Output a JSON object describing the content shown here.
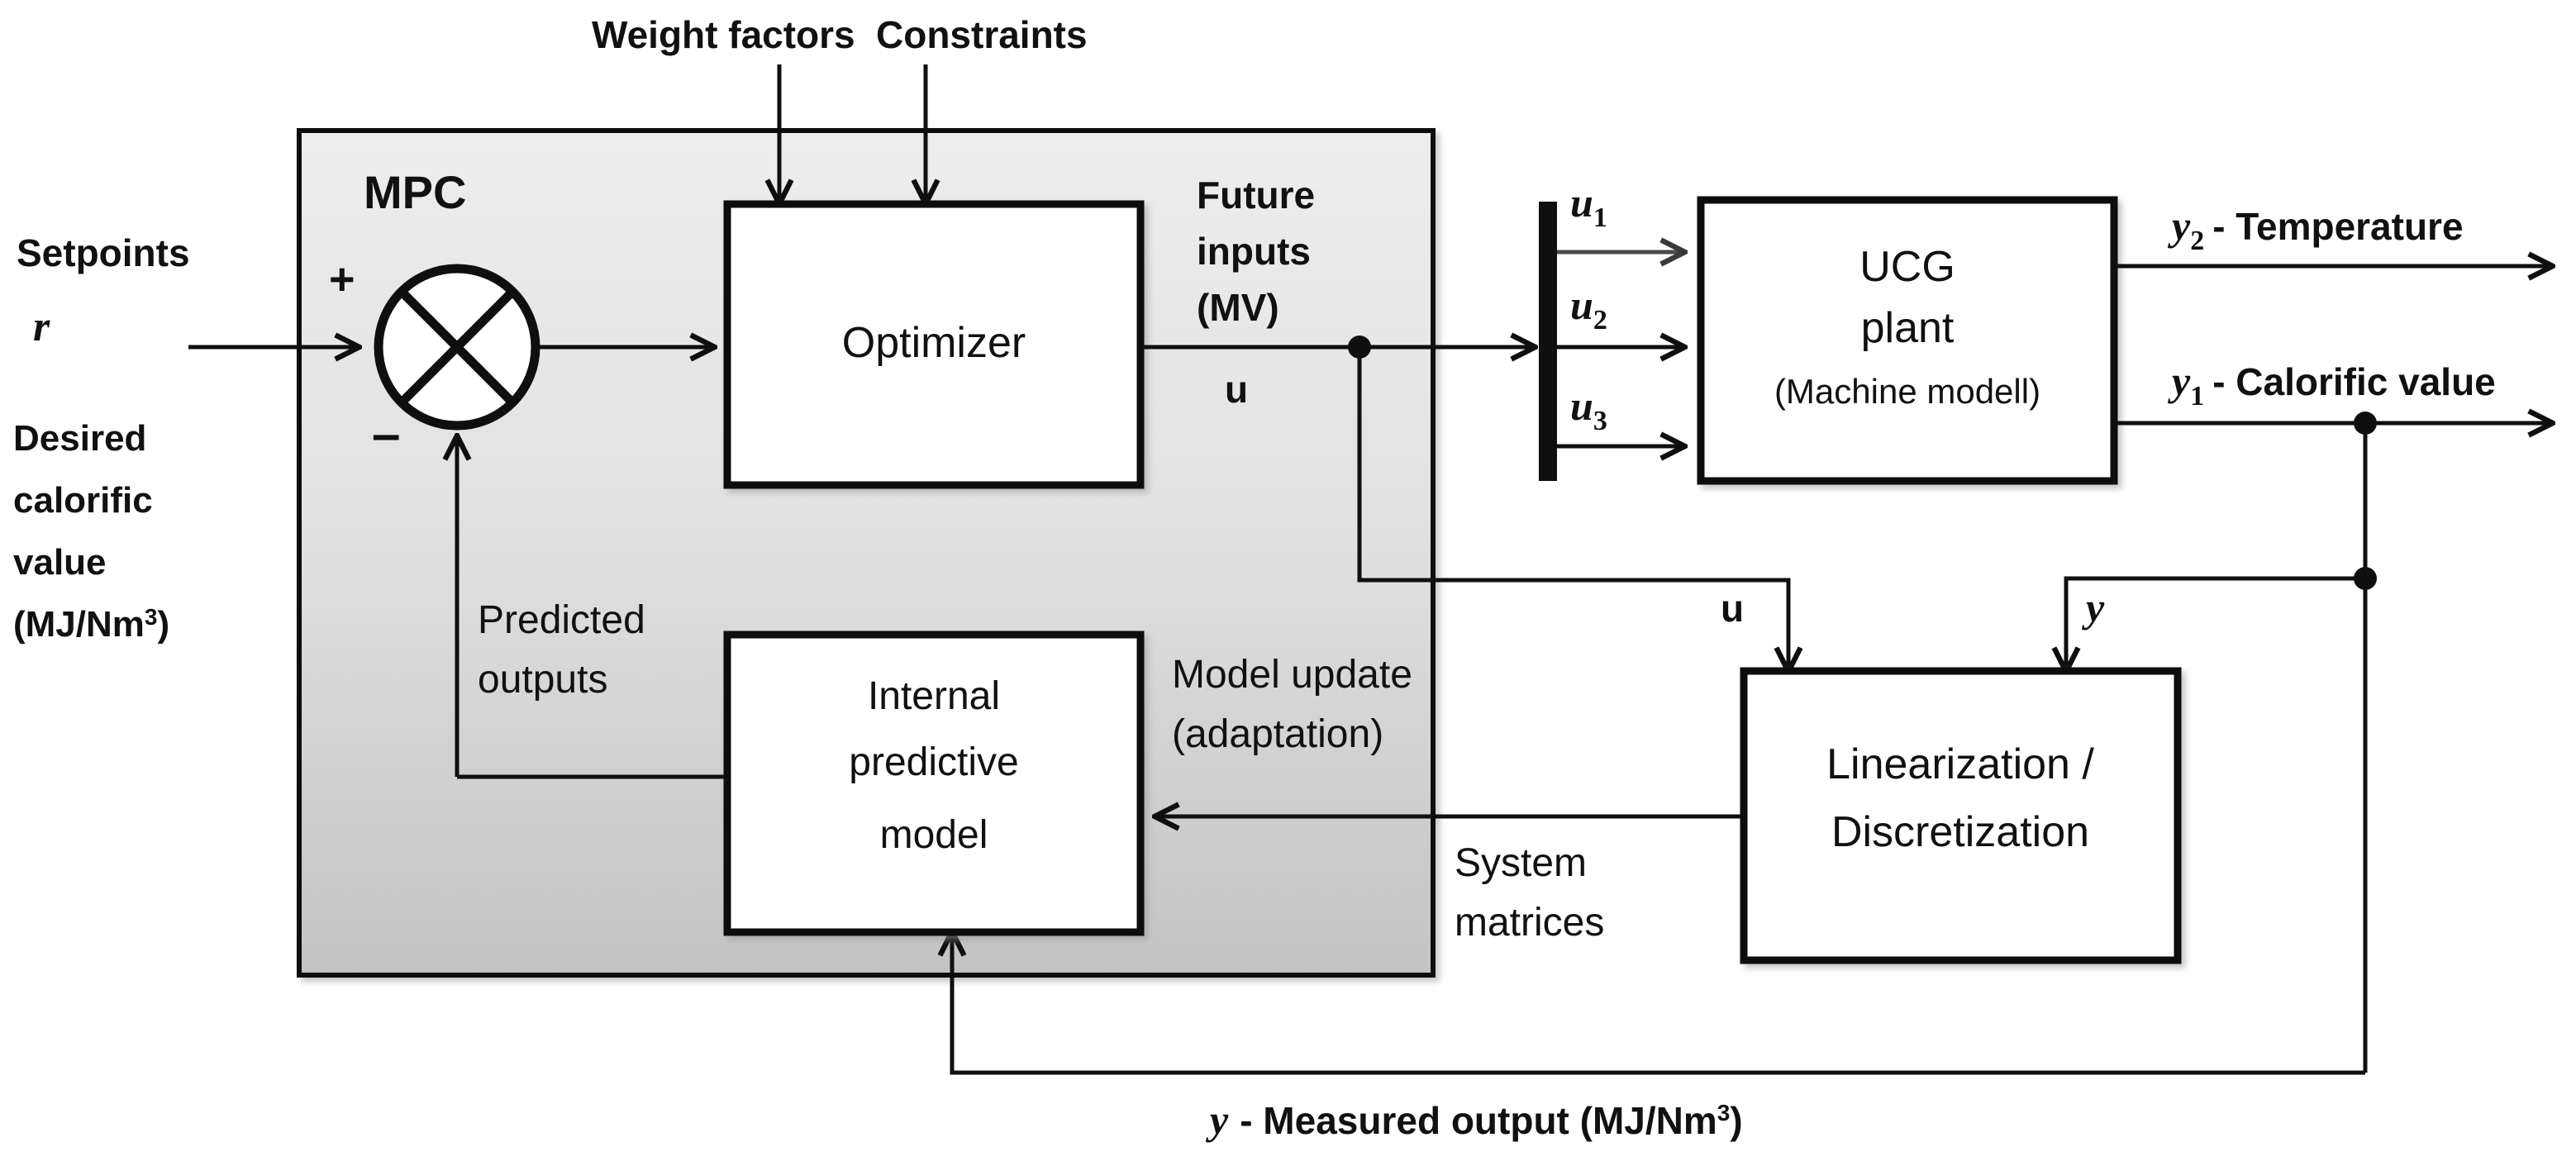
{
  "diagram": {
    "title": "MPC control scheme for UCG plant",
    "colors": {
      "line": "#0f0f0f",
      "box_fill": "#ffffff",
      "mpc_fill_top": "#ececec",
      "mpc_fill_bottom": "#c6c6c6",
      "text": "#111111"
    },
    "external_inputs": {
      "weight_factors": "Weight factors",
      "constraints": "Constraints"
    },
    "left_inputs": {
      "setpoints_label": "Setpoints",
      "setpoints_symbol": "r",
      "desired_line_1": "Desired",
      "desired_line_2": "calorific",
      "desired_line_3": "value",
      "desired_units": "(MJ/Nm",
      "desired_units_sup": "3",
      "desired_units_close": ")"
    },
    "mpc": {
      "label": "MPC",
      "sum_plus": "+",
      "sum_minus": "–",
      "optimizer_label": "Optimizer",
      "future_inputs_line_1": "Future",
      "future_inputs_line_2": "inputs",
      "future_inputs_line_3": "(MV)",
      "future_inputs_symbol": "u",
      "predicted_outputs_line_1": "Predicted",
      "predicted_outputs_line_2": "outputs",
      "internal_model_line_1": "Internal",
      "internal_model_line_2": "predictive",
      "internal_model_line_3": "model",
      "model_update_line_1": "Model update",
      "model_update_line_2": "(adaptation)",
      "system_matrices_line_1": "System",
      "system_matrices_line_2": "matrices"
    },
    "bus": {
      "u1": "u",
      "u1_sub": "1",
      "u2": "u",
      "u2_sub": "2",
      "u3": "u",
      "u3_sub": "3"
    },
    "plant": {
      "line_1": "UCG",
      "line_2": "plant",
      "line_3": "(Machine modell)"
    },
    "outputs": {
      "y2_symbol": "y",
      "y2_sub": "2",
      "y2_text": "- Temperature",
      "y1_symbol": "y",
      "y1_sub": "1",
      "y1_text": "- Calorific value"
    },
    "linearization": {
      "line_1": "Linearization /",
      "line_2": "Discretization",
      "input_u": "u",
      "input_y": "y"
    },
    "bottom_caption": {
      "symbol": "y",
      "text": "- Measured output (MJ/Nm",
      "sup": "3",
      "close": ")"
    }
  }
}
